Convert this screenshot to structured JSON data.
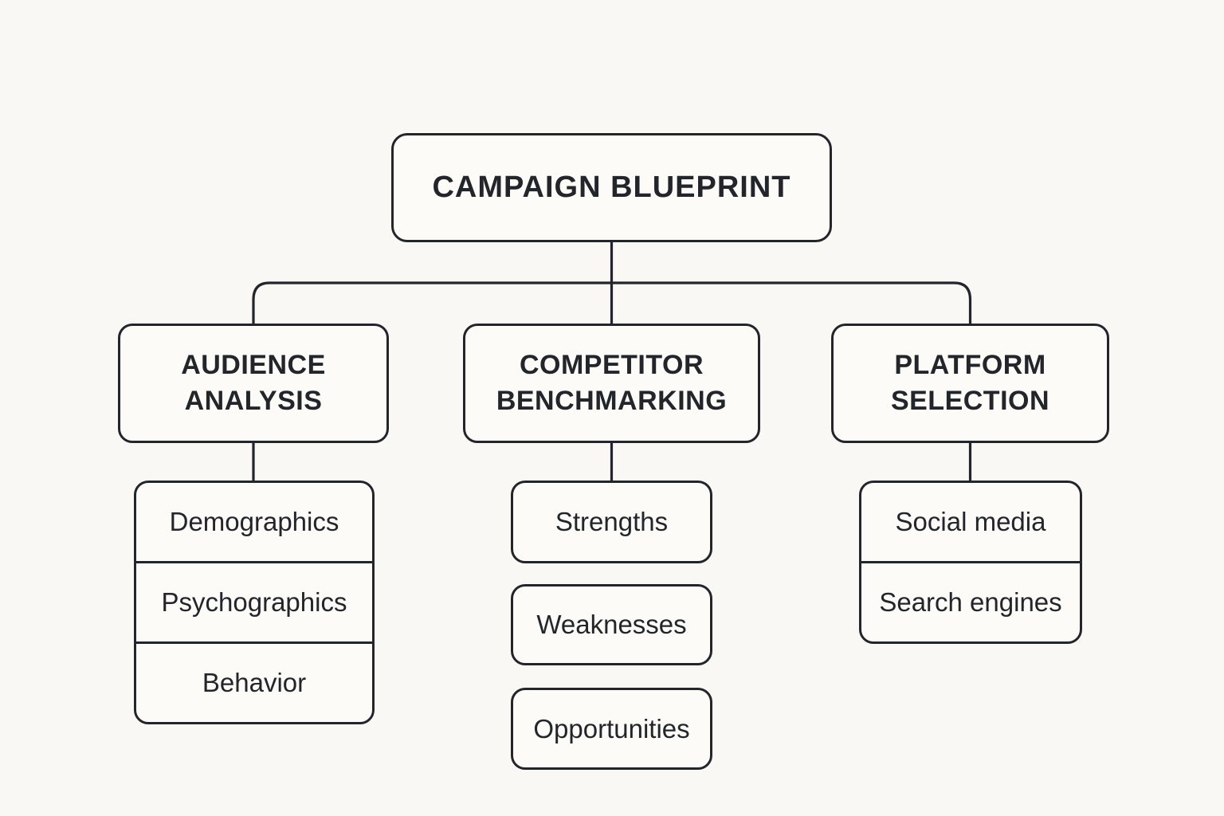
{
  "canvas": {
    "background_color": "#faf8f4",
    "node_fill_color": "#fcfbf8",
    "line_color": "#22252a",
    "text_color": "#22252a"
  },
  "diagram": {
    "root": {
      "label": "CAMPAIGN BLUEPRINT"
    },
    "branches": [
      {
        "label": "AUDIENCE ANALYSIS",
        "children": [
          "Demographics",
          "Psychographics",
          "Behavior"
        ]
      },
      {
        "label": "COMPETITOR BENCHMARKING",
        "children": [
          "Strengths",
          "Weaknesses",
          "Opportunities"
        ]
      },
      {
        "label": "PLATFORM SELECTION",
        "children": [
          "Social media",
          "Search engines"
        ]
      }
    ]
  }
}
